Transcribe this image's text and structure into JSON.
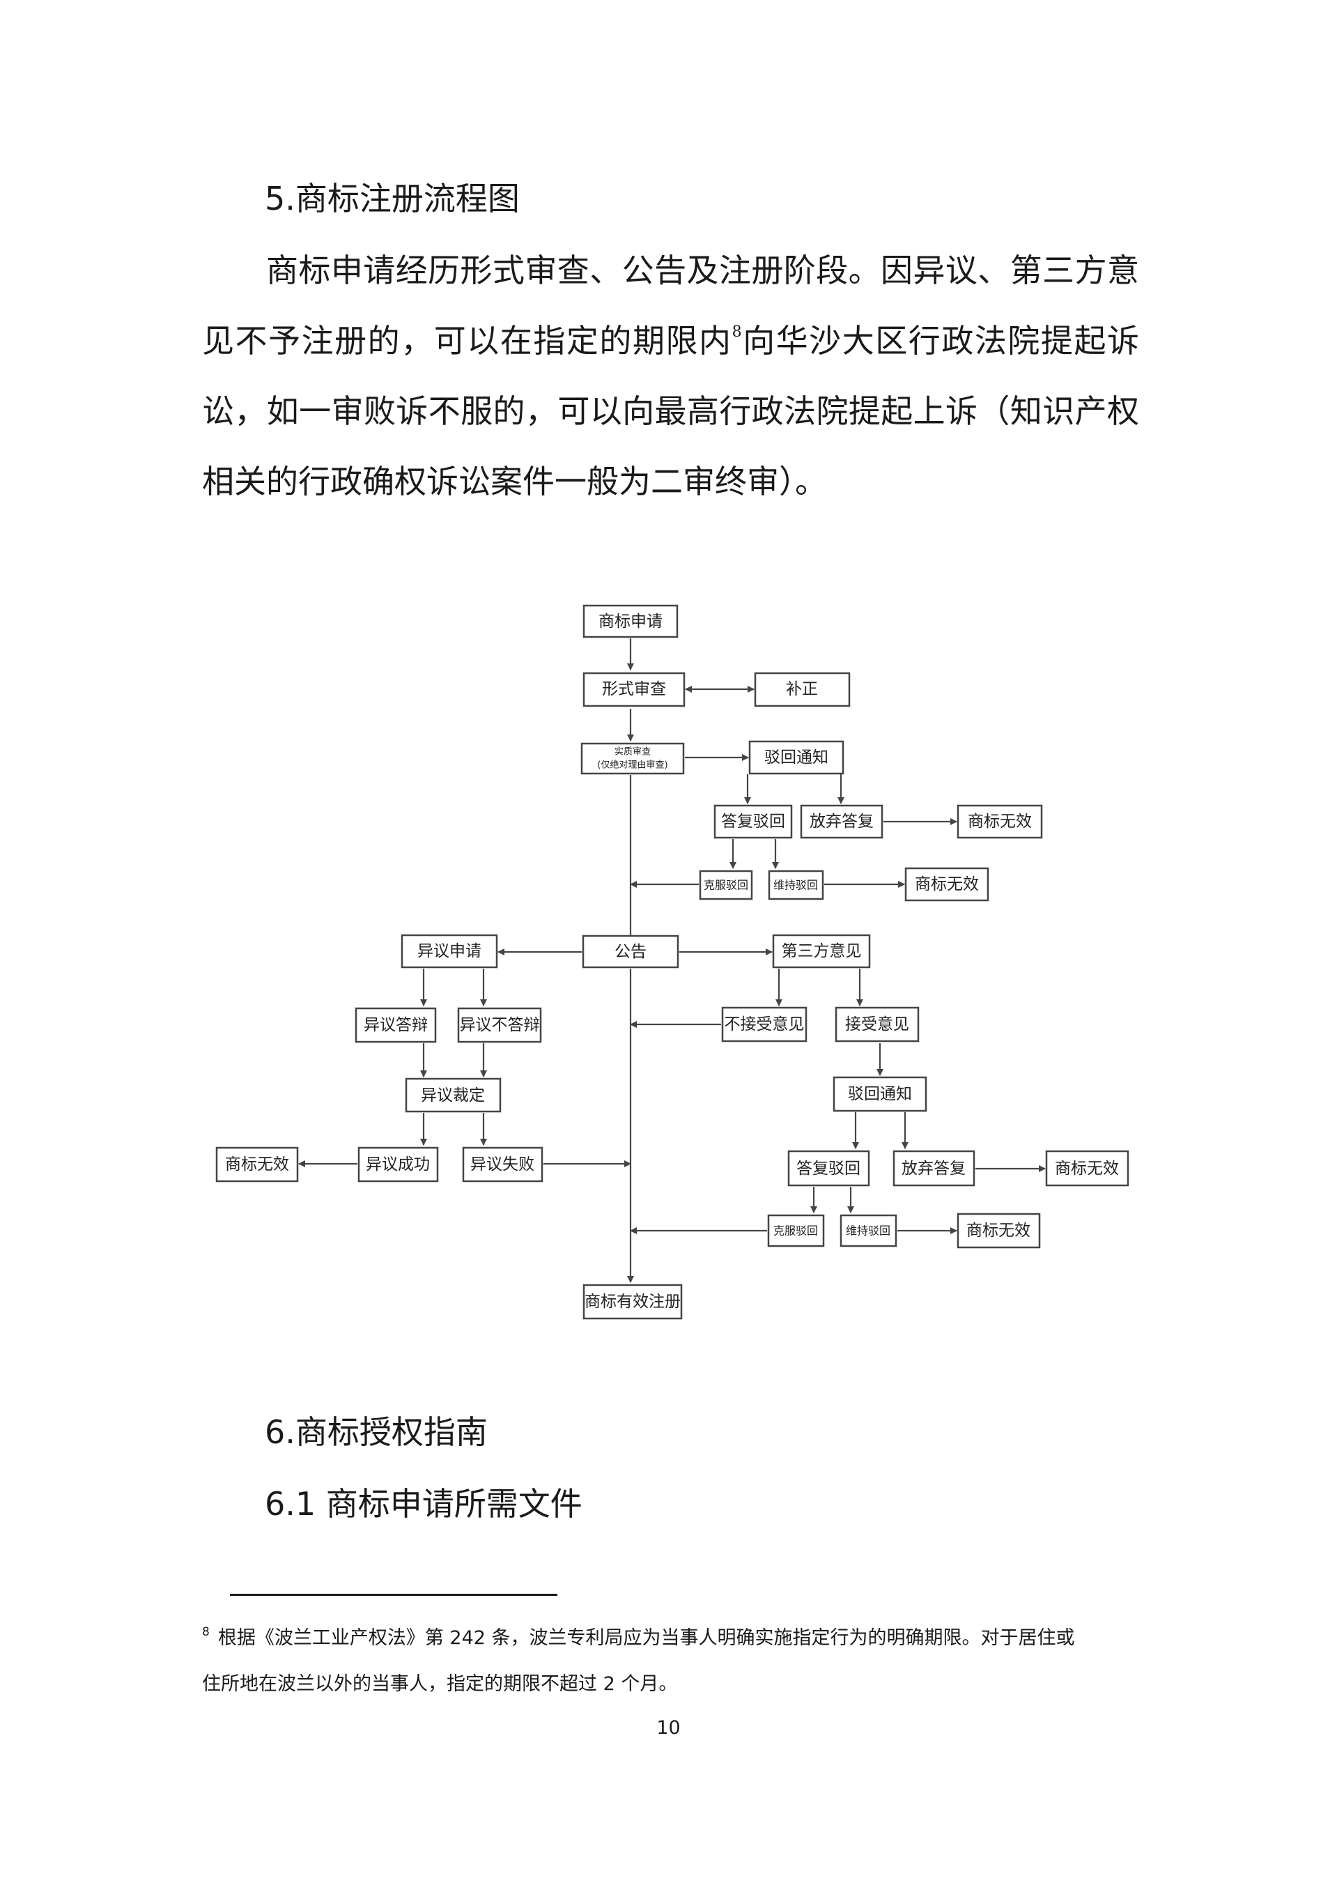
{
  "headings": {
    "section5": "5.商标注册流程图",
    "section6": "6.商标授权指南",
    "section61": "6.1 商标申请所需文件"
  },
  "paragraph": {
    "before_ref": "商标申请经历形式审查、公告及注册阶段。因异议、第三方意见不予注册的，可以在指定的期限内",
    "ref": "8",
    "after_ref": "向华沙大区行政法院提起诉讼，如一审败诉不服的，可以向最高行政法院提起上诉（知识产权相关的行政确权诉讼案件一般为二审终审）。"
  },
  "flowchart": {
    "application": "商标申请",
    "formal_exam": "形式审查",
    "correction": "补正",
    "substantive_exam_line1": "实质审查",
    "substantive_exam_line2": "(仅绝对理由审查)",
    "rejection_notice_1": "驳回通知",
    "reply_rejection_1": "答复驳回",
    "abandon_reply_1": "放弃答复",
    "invalid_1": "商标无效",
    "overcome_rejection_1": "克服驳回",
    "maintain_rejection_1": "维持驳回",
    "invalid_2": "商标无效",
    "publication": "公告",
    "opposition_application": "异议申请",
    "third_party_opinion": "第三方意见",
    "opposition_defense": "异议答辩",
    "opposition_no_defense": "异议不答辩",
    "not_accept_opinion": "不接受意见",
    "accept_opinion": "接受意见",
    "opposition_ruling": "异议裁定",
    "rejection_notice_2": "驳回通知",
    "invalid_3": "商标无效",
    "opposition_success": "异议成功",
    "opposition_failure": "异议失败",
    "reply_rejection_2": "答复驳回",
    "abandon_reply_2": "放弃答复",
    "invalid_4": "商标无效",
    "overcome_rejection_2": "克服驳回",
    "maintain_rejection_2": "维持驳回",
    "invalid_5": "商标无效",
    "valid_registration": "商标有效注册"
  },
  "footnote": {
    "marker": "8",
    "line1": "根据《波兰工业产权法》第 242 条，波兰专利局应为当事人明确实施指定行为的明确期限。对于居住或",
    "line2": "住所地在波兰以外的当事人，指定的期限不超过 2 个月。"
  },
  "page_number": "10"
}
